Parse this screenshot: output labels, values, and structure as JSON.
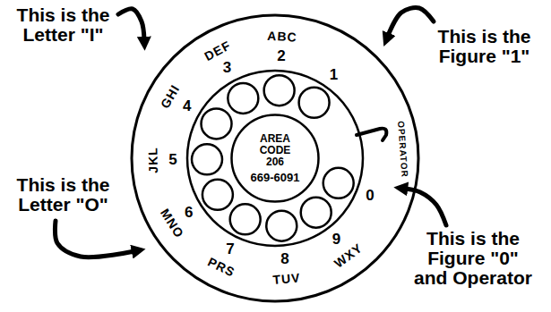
{
  "diagram": {
    "nodes": [
      {
        "text": [
          "AREA CODE 206",
          "669-6091"
        ]
      }
    ],
    "labels": [
      "This is the Letter \"I\"",
      "This is the Figure \"1\"",
      "This is the Letter \"O\"",
      "This is the Figure \"0\" and Operator",
      "1",
      "ABC",
      "2",
      "DEF",
      "3",
      "GHI",
      "4",
      "JKL",
      "5",
      "MNO",
      "6",
      "PRS",
      "7",
      "TUV",
      "8",
      "WXY",
      "9",
      "0",
      "OPERATOR"
    ]
  }
}
